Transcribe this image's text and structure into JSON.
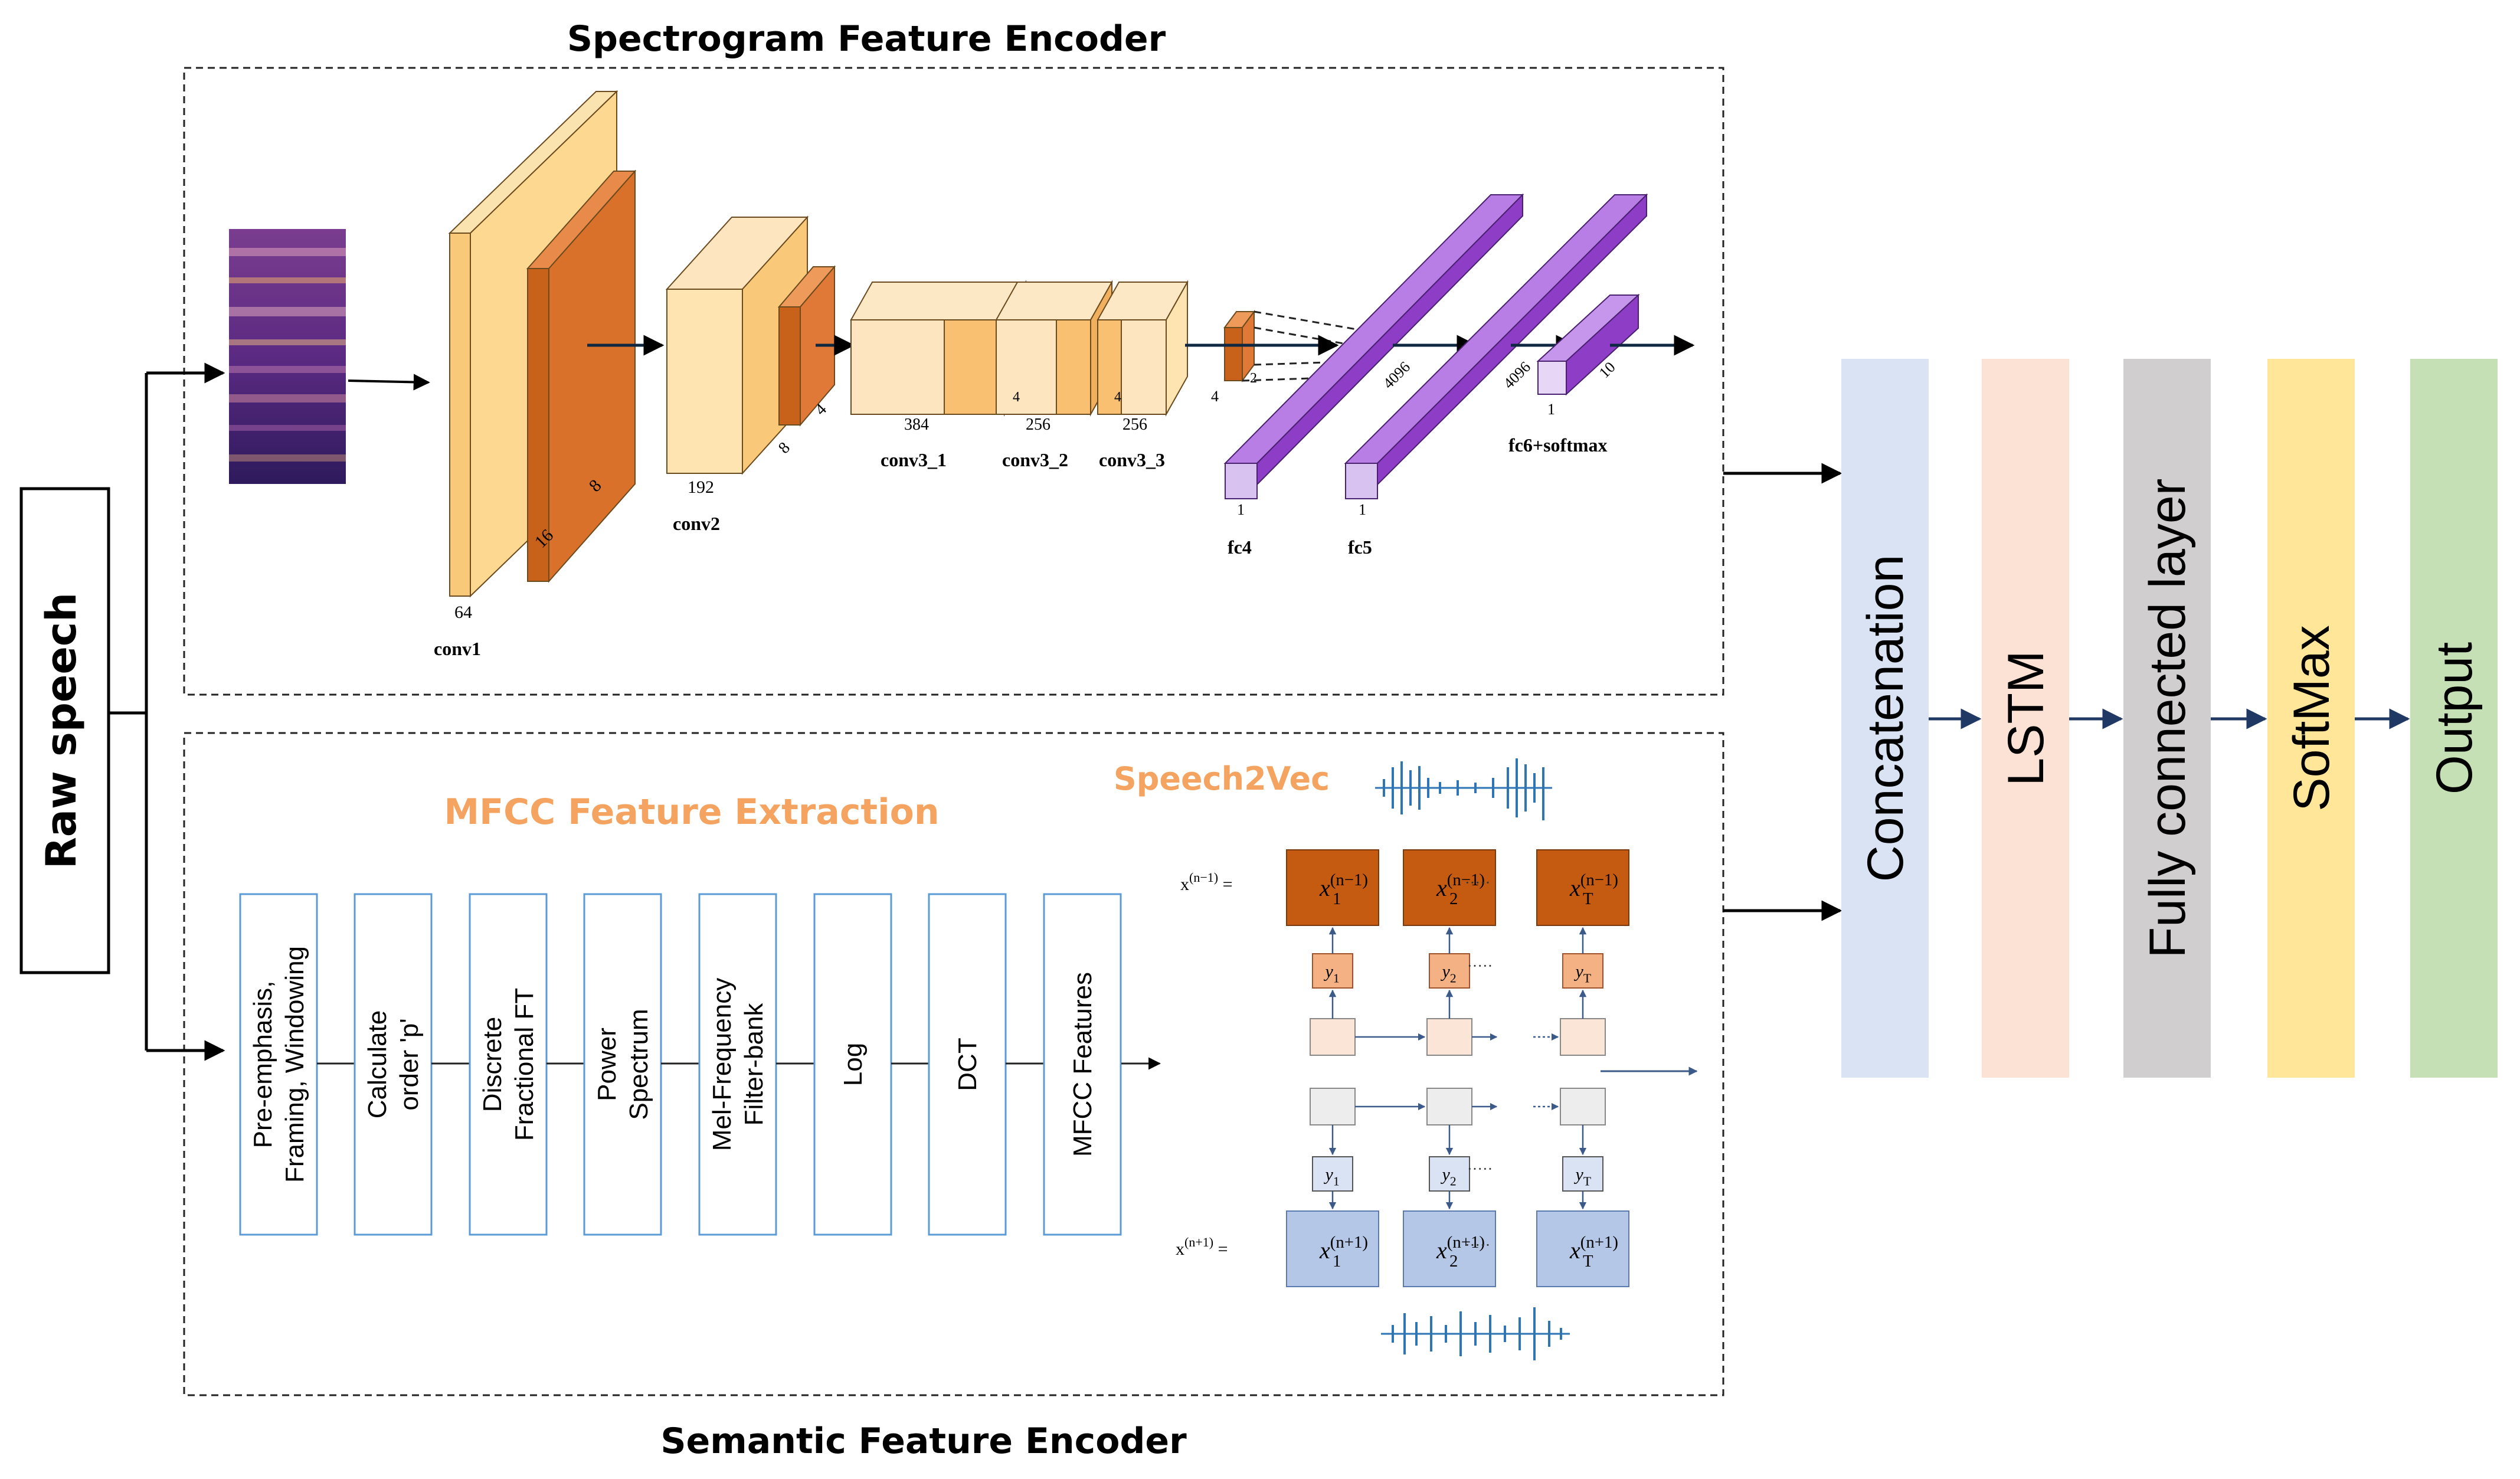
{
  "titles": {
    "spectrogram_encoder": "Spectrogram Feature Encoder",
    "semantic_encoder": "Semantic Feature Encoder",
    "mfcc_extraction": "MFCC Feature Extraction",
    "speech2vec": "Speech2Vec"
  },
  "input": {
    "label": "Raw speech"
  },
  "cnn": {
    "conv1": {
      "name": "conv1",
      "dims": [
        "64",
        "16",
        "8"
      ]
    },
    "conv2": {
      "name": "conv2",
      "dims": [
        "192",
        "8",
        "4"
      ]
    },
    "conv3_1": {
      "name": "conv3_1",
      "dim": "384"
    },
    "conv3_2": {
      "name": "conv3_2",
      "dim": "256",
      "depth": "4"
    },
    "conv3_3": {
      "name": "conv3_3",
      "dim": "256",
      "depth": "4"
    },
    "pool": {
      "dims": [
        "4",
        "2"
      ]
    },
    "fc4": {
      "name": "fc4",
      "dims": [
        "1",
        "4096"
      ]
    },
    "fc5": {
      "name": "fc5",
      "dims": [
        "1",
        "4096"
      ]
    },
    "fc6": {
      "name": "fc6+softmax",
      "dims": [
        "1",
        "10"
      ]
    }
  },
  "mfcc_steps": [
    [
      "Pre-emphasis,",
      "Framing, Windowing"
    ],
    [
      "Calculate",
      "order 'p'"
    ],
    [
      "Discrete",
      "Fractional FT"
    ],
    [
      "Power",
      "Spectrum"
    ],
    [
      "Mel-Frequency",
      "Filter-bank"
    ],
    [
      "Log"
    ],
    [
      "DCT"
    ],
    [
      "MFCC Features"
    ]
  ],
  "speech2vec": {
    "top_eq": "x",
    "top_sup": "(n−1)",
    "bottom_eq": "x",
    "bottom_sup": "(n+1)",
    "ellipsis": "·····",
    "x_top": [
      {
        "base": "x",
        "sup": "(n−1)",
        "sub": "1"
      },
      {
        "base": "x",
        "sup": "(n−1)",
        "sub": "2"
      },
      {
        "base": "x",
        "sup": "(n−1)",
        "sub": "T"
      }
    ],
    "y_top": [
      {
        "base": "y",
        "sub": "1"
      },
      {
        "base": "y",
        "sub": "2"
      },
      {
        "base": "y",
        "sub": "T"
      }
    ],
    "y_bottom": [
      {
        "base": "y",
        "sub": "1"
      },
      {
        "base": "y",
        "sub": "2"
      },
      {
        "base": "y",
        "sub": "T"
      }
    ],
    "x_bottom": [
      {
        "base": "x",
        "sup": "(n+1)",
        "sub": "1"
      },
      {
        "base": "x",
        "sup": "(n+1)",
        "sub": "2"
      },
      {
        "base": "x",
        "sup": "(n+1)",
        "sub": "T"
      }
    ]
  },
  "pipeline": [
    {
      "label": "Concatenation",
      "color": "#dae3f3"
    },
    {
      "label": "LSTM",
      "color": "#fbe2d5"
    },
    {
      "label": "Fully connected layer",
      "color": "#d0cece"
    },
    {
      "label": "SoftMax",
      "color": "#ffe699"
    },
    {
      "label": "Output",
      "color": "#c5e0b4"
    }
  ],
  "colors": {
    "accent_orange": "#f4a460",
    "conv_light": "#fddfa3",
    "conv_dark": "#c8621a",
    "fc_purple": "#a85ce0",
    "s2v_dark": "#c55a11",
    "s2v_light": "#b4c7e7",
    "step_border": "#5b9bd5"
  }
}
